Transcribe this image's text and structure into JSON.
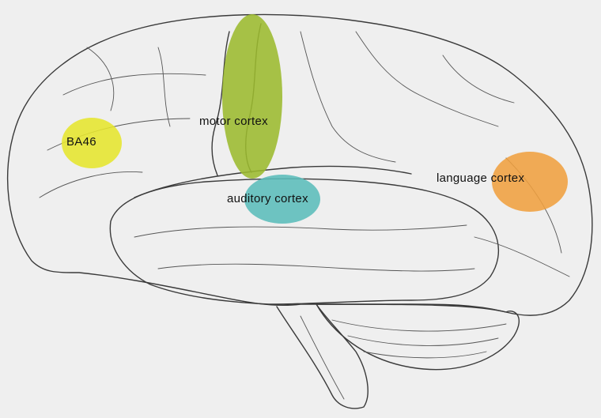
{
  "regions": [
    {
      "key": "ba46",
      "label": "BA46",
      "color": "#e6e62e"
    },
    {
      "key": "motor",
      "label": "motor cortex",
      "color": "#9cbb2f"
    },
    {
      "key": "auditory",
      "label": "auditory cortex",
      "color": "#5bbdbb"
    },
    {
      "key": "language",
      "label": "language cortex",
      "color": "#f0a040"
    }
  ]
}
